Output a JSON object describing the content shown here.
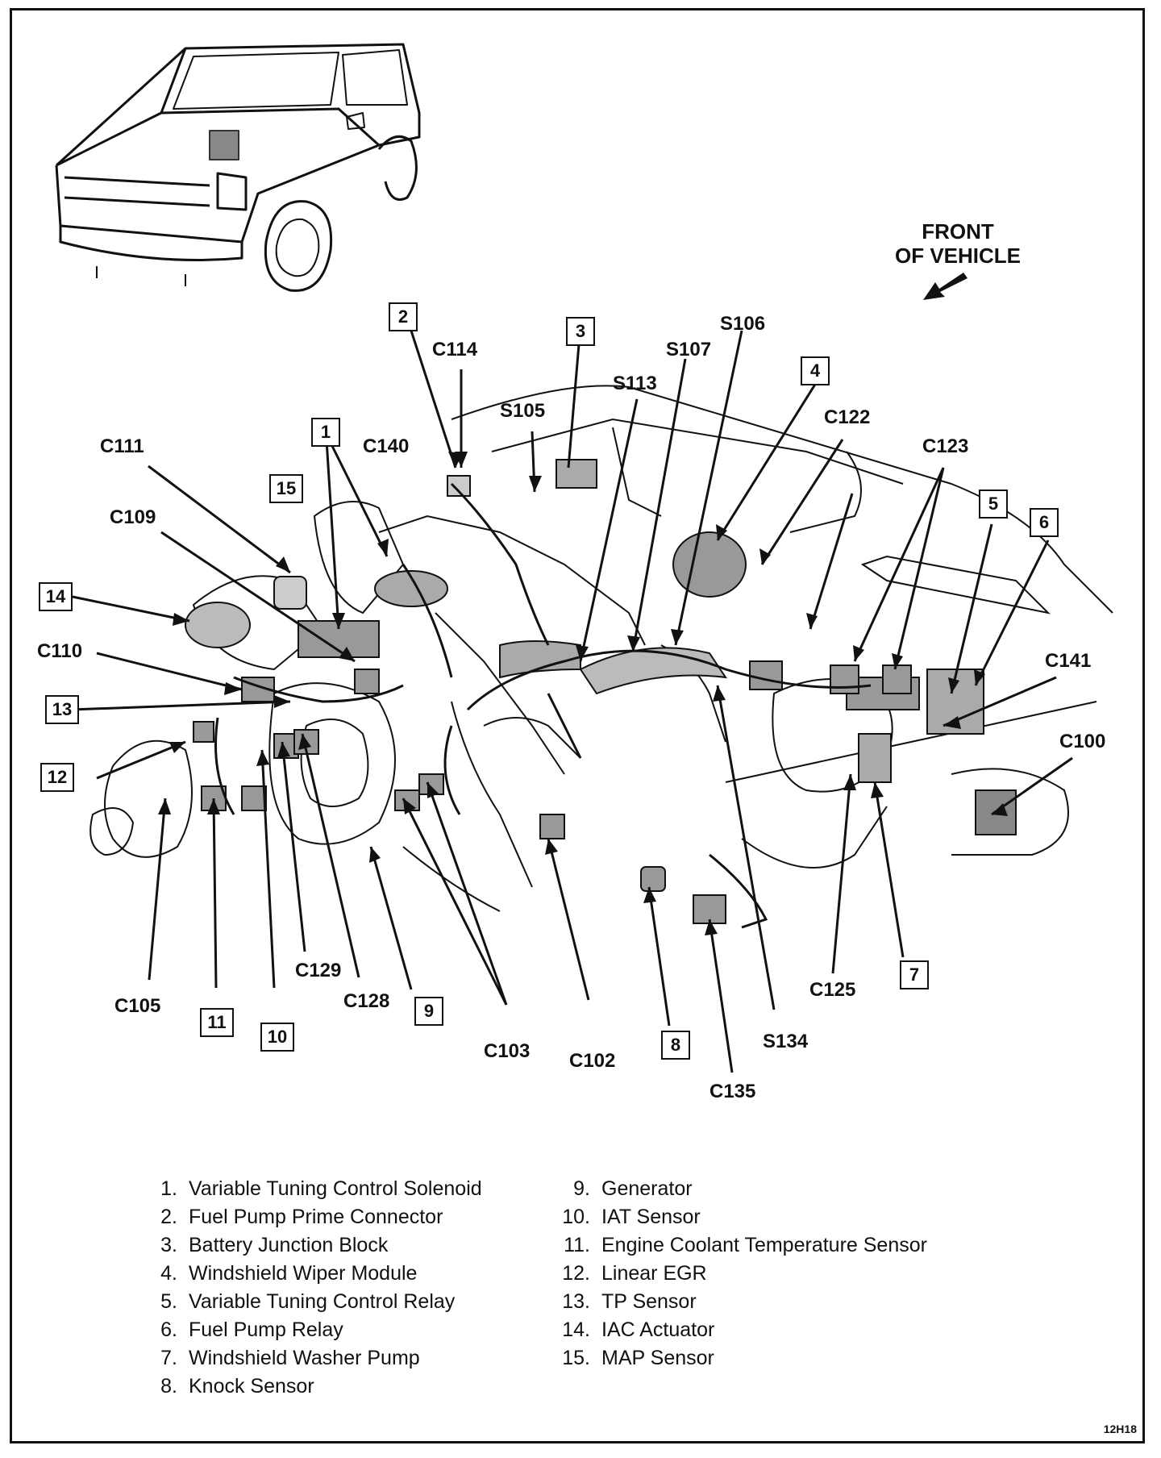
{
  "front_label": {
    "line1": "FRONT",
    "line2": "OF VEHICLE"
  },
  "connector_labels": {
    "c114": "C114",
    "s105": "S105",
    "s113": "S113",
    "s107": "S107",
    "s106": "S106",
    "c122": "C122",
    "c123": "C123",
    "c140": "C140",
    "c111": "C111",
    "c109": "C109",
    "c110": "C110",
    "c141": "C141",
    "c100": "C100",
    "c105": "C105",
    "c129": "C129",
    "c128": "C128",
    "c103": "C103",
    "c102": "C102",
    "c125": "C125",
    "s134": "S134",
    "c135": "C135"
  },
  "callouts": {
    "n1": "1",
    "n2": "2",
    "n3": "3",
    "n4": "4",
    "n5": "5",
    "n6": "6",
    "n7": "7",
    "n8": "8",
    "n9": "9",
    "n10": "10",
    "n11": "11",
    "n12": "12",
    "n13": "13",
    "n14": "14",
    "n15": "15"
  },
  "legend_left": [
    {
      "num": "1.",
      "text": "Variable Tuning Control Solenoid"
    },
    {
      "num": "2.",
      "text": "Fuel Pump Prime Connector"
    },
    {
      "num": "3.",
      "text": "Battery Junction Block"
    },
    {
      "num": "4.",
      "text": "Windshield Wiper Module"
    },
    {
      "num": "5.",
      "text": "Variable Tuning Control Relay"
    },
    {
      "num": "6.",
      "text": "Fuel Pump Relay"
    },
    {
      "num": "7.",
      "text": "Windshield Washer Pump"
    },
    {
      "num": "8.",
      "text": "Knock Sensor"
    }
  ],
  "legend_right": [
    {
      "num": "9.",
      "text": "Generator"
    },
    {
      "num": "10.",
      "text": "IAT Sensor"
    },
    {
      "num": "11.",
      "text": "Engine Coolant Temperature Sensor"
    },
    {
      "num": "12.",
      "text": "Linear EGR"
    },
    {
      "num": "13.",
      "text": "TP Sensor"
    },
    {
      "num": "14.",
      "text": "IAC  Actuator"
    },
    {
      "num": "15.",
      "text": "MAP Sensor"
    }
  ],
  "figure_code": "12H18"
}
